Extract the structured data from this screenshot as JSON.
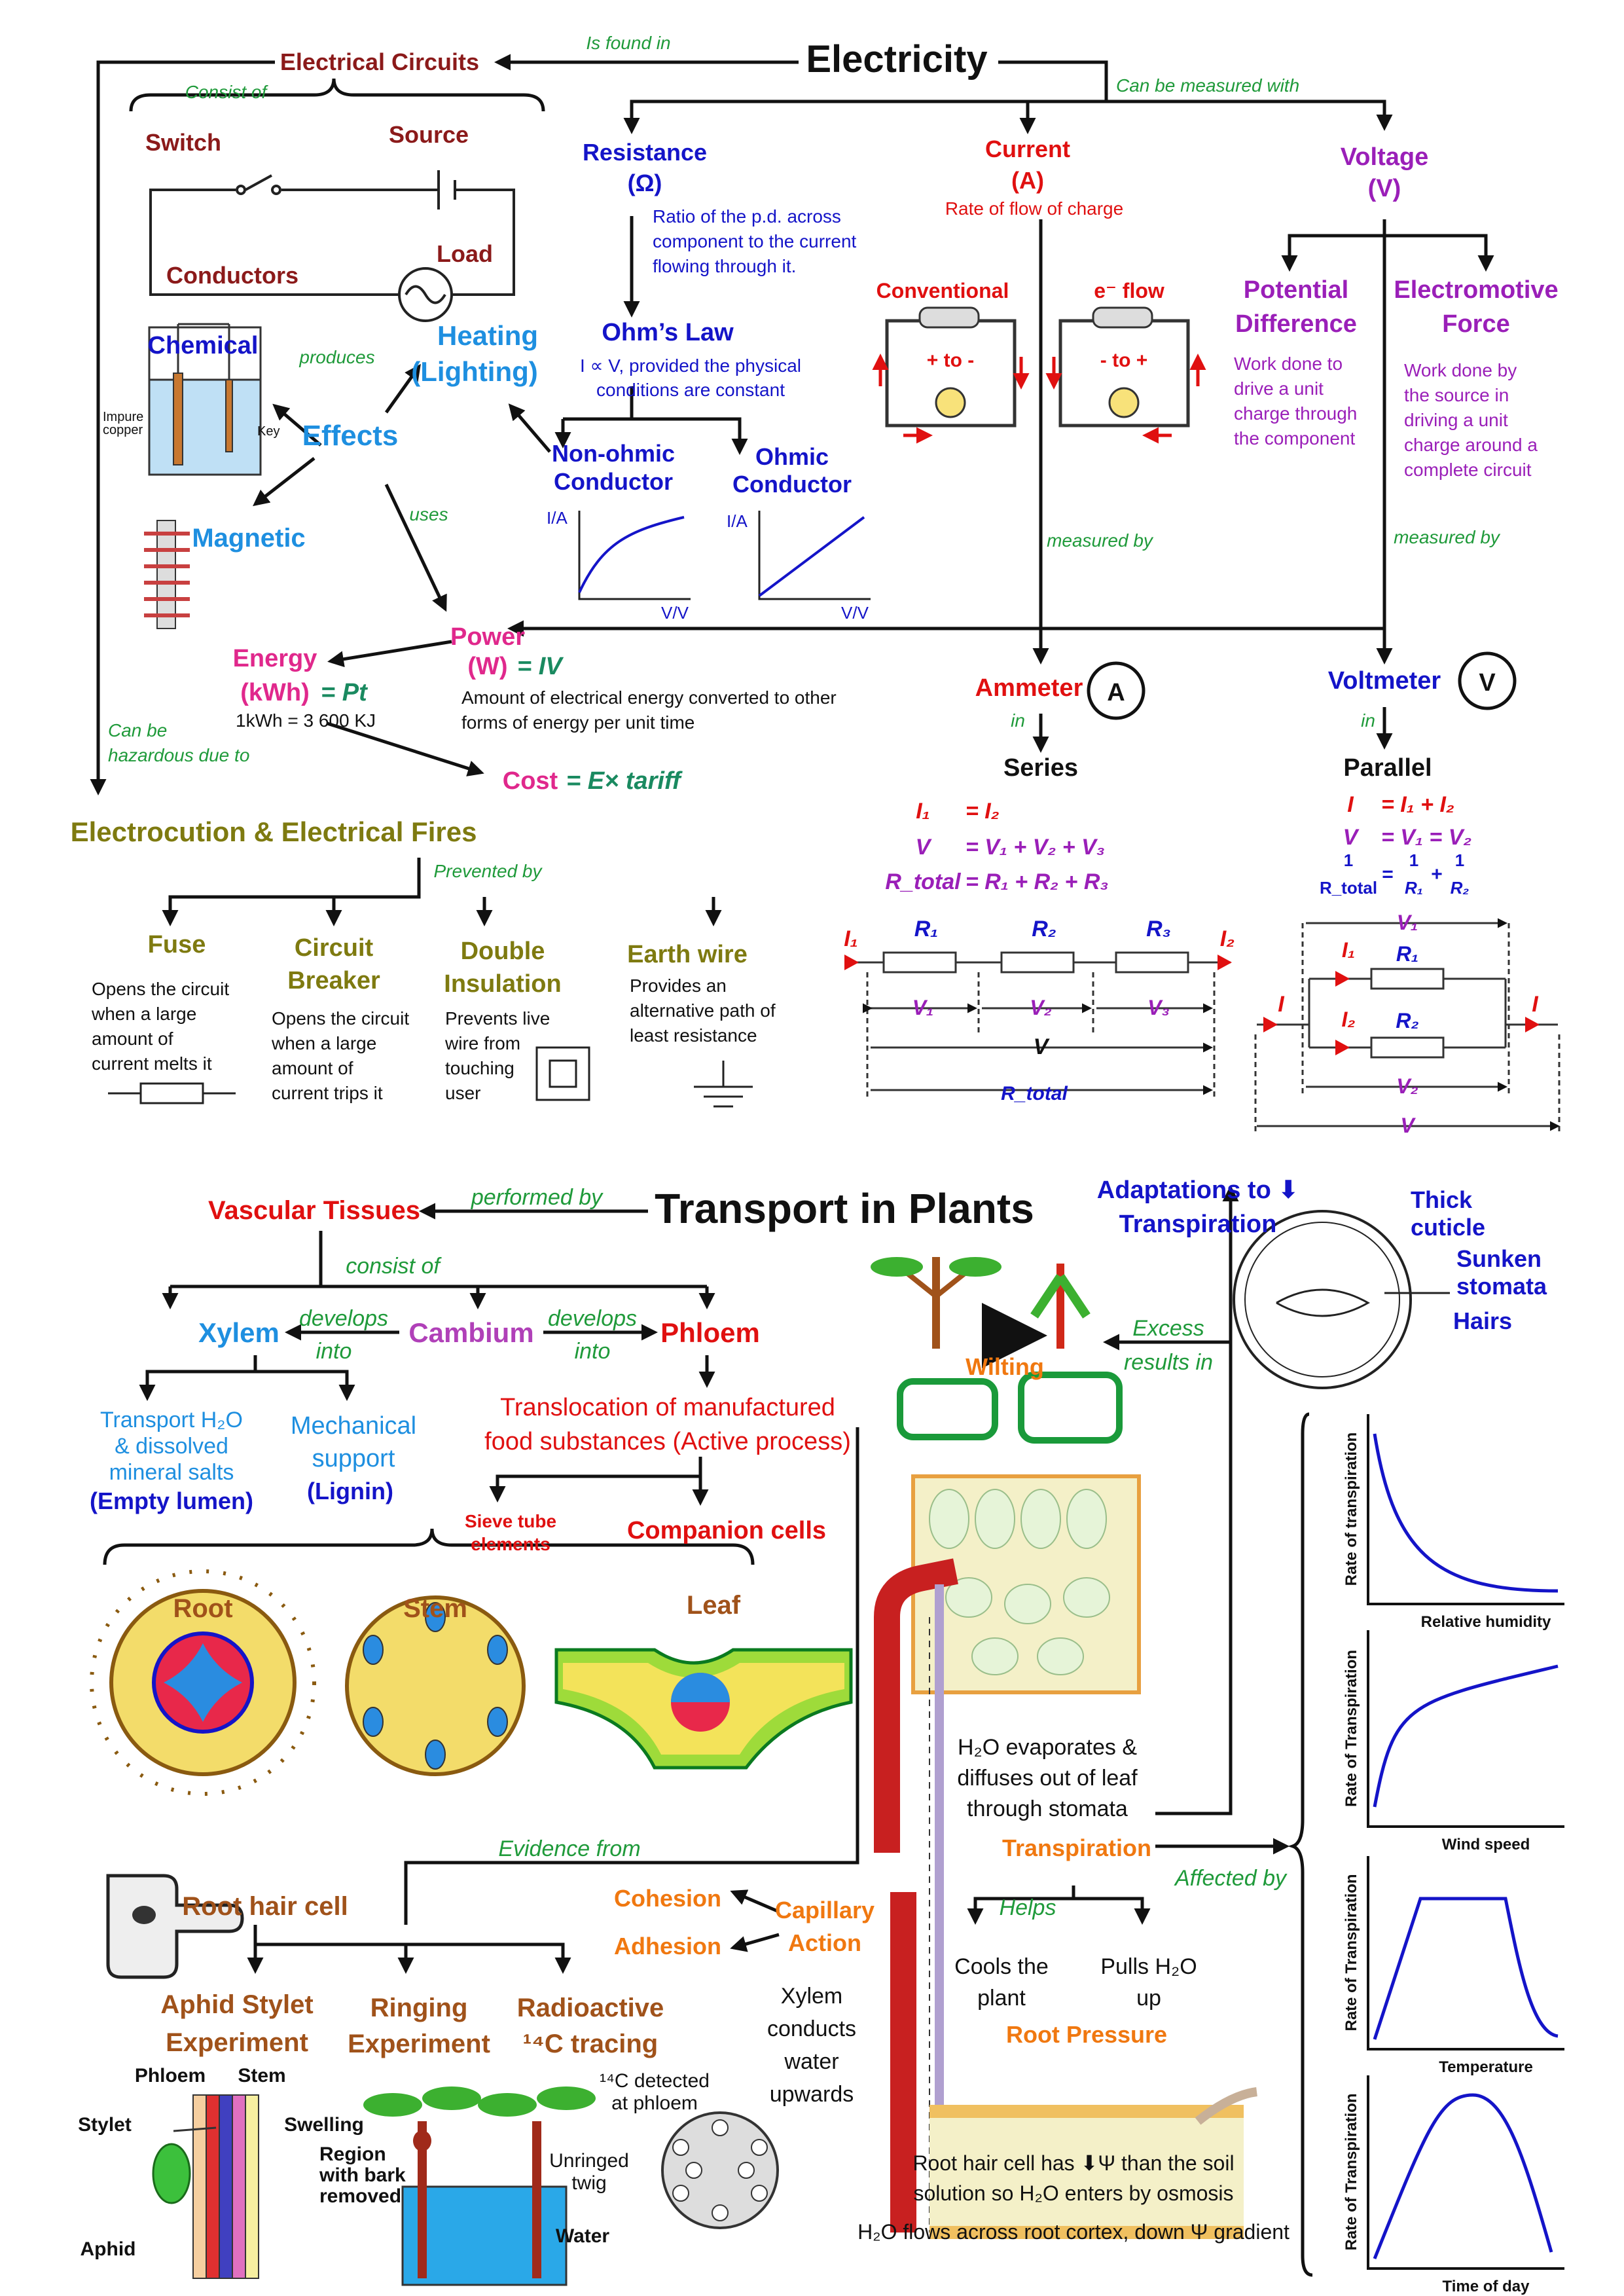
{
  "colors": {
    "maroon": "#8B1A1A",
    "blue": "#1414C8",
    "red": "#E01010",
    "purple": "#9A1FB8",
    "lightblue": "#1E8FE0",
    "green": "#1F9A3A",
    "pink": "#E0288C",
    "olive": "#7E7A10",
    "orange": "#F07810",
    "brown": "#A0521A",
    "black": "#111111",
    "magenta": "#B040B8",
    "teal": "#1A8A60"
  },
  "electricity": {
    "title": "Electricity",
    "is_found_in": "Is found in",
    "can_be_measured_with": "Can be measured with",
    "circuits": {
      "title": "Electrical Circuits",
      "consist_of": "Consist of",
      "switch": "Switch",
      "source": "Source",
      "load": "Load",
      "conductors": "Conductors"
    },
    "effects": {
      "title": "Effects",
      "produces": "produces",
      "uses": "uses",
      "chemical": "Chemical",
      "heating_1": "Heating",
      "heating_2": "(Lighting)",
      "magnetic": "Magnetic",
      "impure_1": "Impure",
      "impure_2": "copper",
      "key": "Key"
    },
    "resistance": {
      "title": "Resistance",
      "unit": "(Ω)",
      "desc": [
        "Ratio of the p.d. across",
        "component to the current",
        "flowing through it."
      ],
      "ohms_law": "Ohm’s Law",
      "ohms_desc_1": "I ∝ V, provided the physical",
      "ohms_desc_2": "conditions are constant",
      "non_ohmic_1": "Non-ohmic",
      "non_ohmic_2": "Conductor",
      "ohmic_1": "Ohmic",
      "ohmic_2": "Conductor",
      "axis_y": "I/A",
      "axis_x": "V/V"
    },
    "current": {
      "title": "Current",
      "unit": "(A)",
      "desc": "Rate of flow of charge",
      "conventional": "Conventional",
      "eflow": "e⁻ flow",
      "conv_sign": "+ to -",
      "e_sign": "- to +",
      "measured_by": "measured by"
    },
    "voltage": {
      "title": "Voltage",
      "unit": "(V)",
      "pd_1": "Potential",
      "pd_2": "Difference",
      "pd_desc": [
        "Work done to",
        "drive a unit",
        "charge through",
        "the component"
      ],
      "emf_1": "Electromotive",
      "emf_2": "Force",
      "emf_desc": [
        "Work done by",
        "the source in",
        "driving a unit",
        "charge around a",
        "complete circuit"
      ],
      "measured_by": "measured by"
    },
    "power": {
      "title": "Power",
      "unit": "(W)",
      "formula": "= IV",
      "desc": [
        "Amount of electrical energy converted to other",
        "forms of energy per unit time"
      ]
    },
    "energy": {
      "title": "Energy",
      "unit": "(kWh)",
      "formula": "= Pt",
      "conv": "1kWh = 3 600 KJ"
    },
    "cost": {
      "title": "Cost",
      "formula": "= E× tariff"
    },
    "hazard": {
      "label_1": "Can be",
      "label_2": "hazardous due to",
      "title": "Electrocution & Electrical Fires",
      "prevented_by": "Prevented by",
      "fuse": "Fuse",
      "fuse_desc": [
        "Opens the circuit",
        "when a large",
        "amount of",
        "current melts it"
      ],
      "breaker_1": "Circuit",
      "breaker_2": "Breaker",
      "breaker_desc": [
        "Opens the circuit",
        "when a large",
        "amount of",
        "current trips it"
      ],
      "double_1": "Double",
      "double_2": "Insulation",
      "double_desc": [
        "Prevents live",
        "wire from",
        "touching",
        "user"
      ],
      "earth": "Earth wire",
      "earth_desc": [
        "Provides an",
        "alternative path of",
        "least resistance"
      ]
    },
    "ammeter": {
      "title": "Ammeter",
      "symbol": "A",
      "in": "in",
      "series": "Series",
      "eq": [
        [
          "I₁",
          "= I₂"
        ],
        [
          "V",
          "= V₁ + V₂ + V₃"
        ],
        [
          "R_total",
          "= R₁ + R₂ + R₃"
        ]
      ],
      "labels": {
        "i1": "I₁",
        "i2": "I₂",
        "r1": "R₁",
        "r2": "R₂",
        "r3": "R₃",
        "v1": "V₁",
        "v2": "V₂",
        "v3": "V₃",
        "v": "V",
        "rt": "R_total"
      }
    },
    "voltmeter": {
      "title": "Voltmeter",
      "symbol": "V",
      "in": "in",
      "parallel": "Parallel",
      "eq": [
        [
          "I",
          "= I₁ + I₂"
        ],
        [
          "V",
          "= V₁ = V₂"
        ]
      ],
      "eq3_lhs_num": "1",
      "eq3_lhs_den": "R_total",
      "eq3_eq": "=",
      "eq3_r1": "R₁",
      "eq3_plus": "+",
      "eq3_r2": "R₂",
      "eq3_one": "1",
      "labels": {
        "v1": "V₁",
        "v2": "V₂",
        "v": "V",
        "i": "I",
        "i1": "I₁",
        "i2": "I₂",
        "r1": "R₁",
        "r2": "R₂"
      }
    }
  },
  "plants": {
    "title": "Transport in Plants",
    "performed_by": "performed by",
    "vascular": "Vascular Tissues",
    "consist_of": "consist of",
    "xylem": "Xylem",
    "cambium": "Cambium",
    "phloem": "Phloem",
    "develops": "develops",
    "into": "into",
    "xylem_1": [
      "Transport H₂O",
      "& dissolved",
      "mineral salts"
    ],
    "xylem_1b": "(Empty lumen)",
    "xylem_2": [
      "Mechanical",
      "support"
    ],
    "xylem_2b": "(Lignin)",
    "phloem_desc": [
      "Translocation of manufactured",
      "food substances (Active process)"
    ],
    "sieve": [
      "Sieve tube",
      "elements"
    ],
    "companion": "Companion cells",
    "root": "Root",
    "stem": "Stem",
    "leaf": "Leaf",
    "root_hair": "Root hair cell",
    "evidence": "Evidence from",
    "aphid_1": "Aphid Stylet",
    "aphid_2": "Experiment",
    "ringing_1": "Ringing",
    "ringing_2": "Experiment",
    "radio_1": "Radioactive",
    "radio_2": "¹⁴C tracing",
    "phloem_lbl": "Phloem",
    "stem_lbl": "Stem",
    "stylet": "Stylet",
    "aphid": "Aphid",
    "swelling": "Swelling",
    "region": [
      "Region",
      "with bark",
      "removed"
    ],
    "unringed": [
      "Unringed",
      "twig"
    ],
    "water": "Water",
    "c14": [
      "¹⁴C detected",
      "at phloem"
    ],
    "cohesion": "Cohesion",
    "adhesion": "Adhesion",
    "capillary": [
      "Capillary",
      "Action"
    ],
    "xylem_conducts": [
      "Xylem",
      "conducts",
      "water",
      "upwards"
    ],
    "adaptations": [
      "Adaptations to ⬇",
      "Transpiration"
    ],
    "thick": [
      "Thick",
      "cuticle"
    ],
    "sunken": [
      "Sunken",
      "stomata"
    ],
    "hairs": "Hairs",
    "wilting": "Wilting",
    "excess": [
      "Excess",
      "results in"
    ],
    "h2o_evap": [
      "H₂O evaporates &",
      "diffuses out of leaf",
      "through stomata"
    ],
    "transpiration": "Transpiration",
    "affected_by": "Affected by",
    "helps": "Helps",
    "cools": [
      "Cools the",
      "plant"
    ],
    "pulls": [
      "Pulls H₂O",
      "up"
    ],
    "root_pressure": "Root Pressure",
    "root_hair_desc": [
      "Root hair cell has ⬇Ψ than the soil",
      "solution so H₂O enters by osmosis"
    ],
    "flows": "H₂O flows across root cortex, down Ψ gradient",
    "graphs": [
      {
        "ylabel": "Rate of transpiration",
        "xlabel": "Relative humidity"
      },
      {
        "ylabel": "Rate of Transpiration",
        "xlabel": "Wind speed"
      },
      {
        "ylabel": "Rate of Transpiration",
        "xlabel": "Temperature"
      },
      {
        "ylabel": "Rate of Transpiration",
        "xlabel": "Time of day"
      }
    ]
  }
}
